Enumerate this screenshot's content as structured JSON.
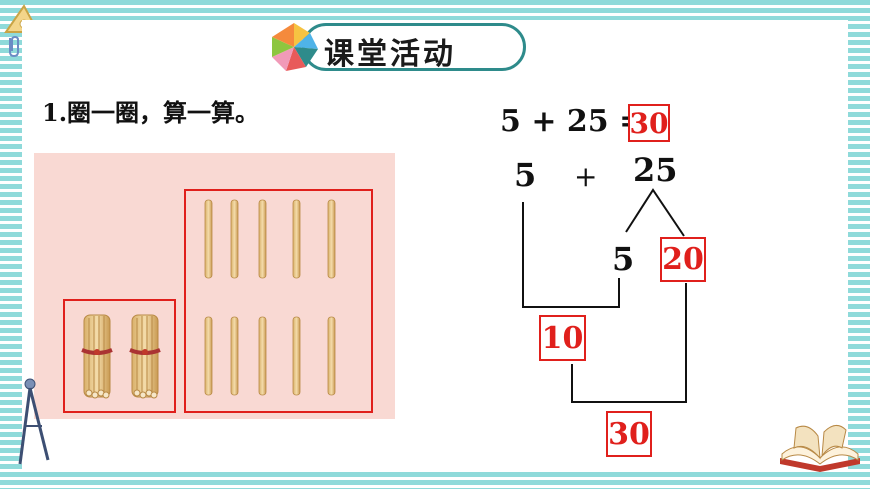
{
  "title": "课堂活动",
  "instruction": "1.圈一圈，算一算。",
  "equation": {
    "left": "5 + 25 =",
    "answer": "30"
  },
  "decomposition": {
    "a": "5",
    "op": "+",
    "b": "25",
    "b_part_ones": "5",
    "b_part_tens": "20",
    "step1_result": "10",
    "final_result": "30"
  },
  "colors": {
    "accent_red": "#e0201c",
    "teal": "#2e8b8b",
    "panel": "#f9d9d3",
    "stick": "#e8c98f"
  },
  "decor_icons": [
    "triangle-ruler-icon",
    "paperclip-icon",
    "eraser-icon",
    "compass-icon",
    "open-book-icon",
    "pinwheel-logo-icon"
  ]
}
